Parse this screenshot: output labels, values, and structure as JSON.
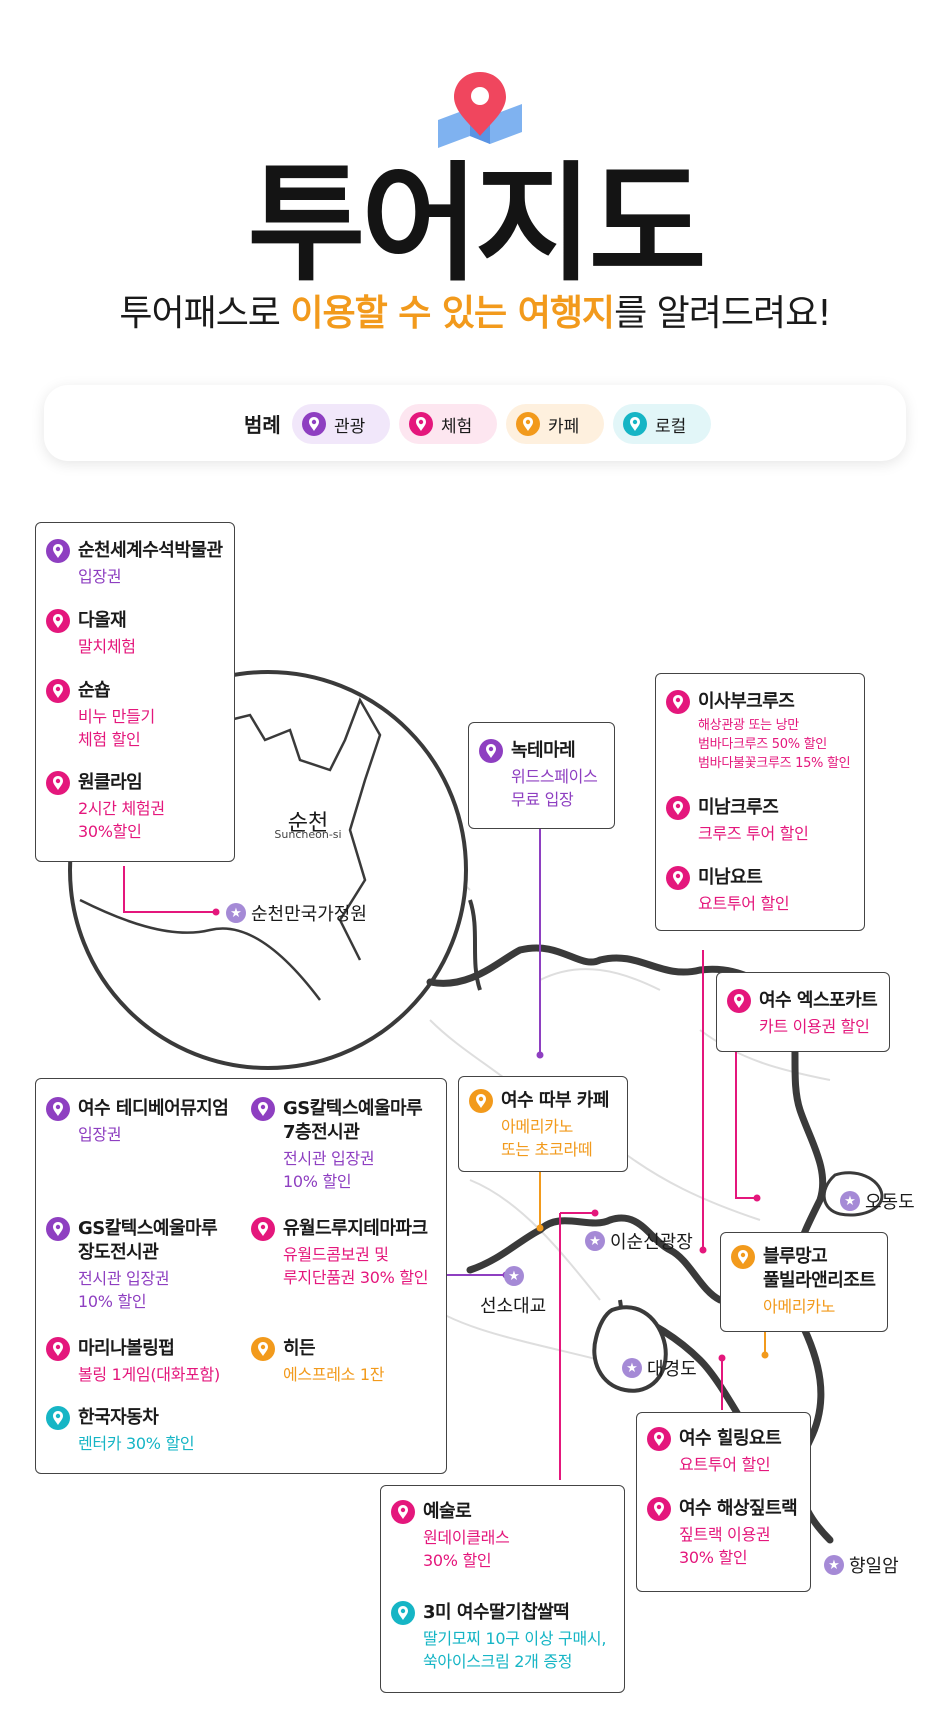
{
  "header": {
    "title": "투어지도",
    "subtitle_pre": "투어패스로 ",
    "subtitle_hl1": "이용할 수 있는 여행지",
    "subtitle_post": "를 알려드려요!"
  },
  "legend": {
    "label": "범례",
    "items": [
      {
        "label": "관광",
        "color": "#8e3fc1",
        "bg": "#f1e7fa"
      },
      {
        "label": "체험",
        "color": "#e4177c",
        "bg": "#fde6f0"
      },
      {
        "label": "카페",
        "color": "#f29a1c",
        "bg": "#fef0de"
      },
      {
        "label": "로컬",
        "color": "#16b5c5",
        "bg": "#e2f6f8"
      }
    ]
  },
  "colors": {
    "tour": "#8e3fc1",
    "experience": "#e4177c",
    "cafe": "#f29a1c",
    "local": "#16b5c5",
    "star": "#a58ad6",
    "coast": "#3a3a3a",
    "road": "#dcdcdc"
  },
  "map": {
    "city_name": "순천",
    "city_sub": "Suncheon-si",
    "places": [
      {
        "name": "순천만국가정원"
      },
      {
        "name": "이순신광장"
      },
      {
        "name": "선소대교"
      },
      {
        "name": "오동도"
      },
      {
        "name": "대경도"
      },
      {
        "name": "향일암"
      }
    ]
  },
  "boxes": {
    "suncheon": [
      {
        "name": "순천세계수석박물관",
        "desc": "입장권",
        "cat": "tour"
      },
      {
        "name": "다올재",
        "desc": "말치체험",
        "cat": "experience"
      },
      {
        "name": "순숍",
        "desc": "비누 만들기\n체험 할인",
        "cat": "experience"
      },
      {
        "name": "원클라임",
        "desc": "2시간 체험권\n30%할인",
        "cat": "experience"
      }
    ],
    "nokte": [
      {
        "name": "녹테마레",
        "desc": "위드스페이스\n무료 입장",
        "cat": "tour"
      }
    ],
    "cruise": [
      {
        "name": "이사부크루즈",
        "desc": "해상관광 또는 낭만\n범바다크루즈 50% 할인\n범바다불꽃크루즈 15% 할인",
        "cat": "experience"
      },
      {
        "name": "미남크루즈",
        "desc": "크루즈 투어 할인",
        "cat": "experience"
      },
      {
        "name": "미남요트",
        "desc": "요트투어 할인",
        "cat": "experience"
      }
    ],
    "kart": [
      {
        "name": "여수 엑스포카트",
        "desc": "카트 이용권 할인",
        "cat": "experience"
      }
    ],
    "yeosu_main": [
      {
        "name": "여수 테디베어뮤지엄",
        "desc": "입장권",
        "cat": "tour"
      },
      {
        "name": "GS칼텍스예울마루\n7층전시관",
        "desc": "전시관 입장권\n10% 할인",
        "cat": "tour"
      },
      {
        "name": "GS칼텍스예울마루\n장도전시관",
        "desc": "전시관 입장권\n10% 할인",
        "cat": "tour"
      },
      {
        "name": "유월드루지테마파크",
        "desc": "유월드콤보권 및\n루지단품권 30% 할인",
        "cat": "experience"
      },
      {
        "name": "마리나볼링펍",
        "desc": "볼링 1게임(대화포함)",
        "cat": "experience"
      },
      {
        "name": "히든",
        "desc": "에스프레소 1잔",
        "cat": "cafe"
      },
      {
        "name": "한국자동차",
        "desc": "렌터카 30% 할인",
        "cat": "local"
      }
    ],
    "ttabu": [
      {
        "name": "여수 따부 카페",
        "desc": "아메리카노\n또는 초코라떼",
        "cat": "cafe"
      }
    ],
    "bluemango": [
      {
        "name": "블루망고\n풀빌라앤리조트",
        "desc": "아메리카노",
        "cat": "cafe"
      }
    ],
    "yacht": [
      {
        "name": "여수 힐링요트",
        "desc": "요트투어 할인",
        "cat": "experience"
      },
      {
        "name": "여수 해상짚트랙",
        "desc": "짚트랙 이용권\n30% 할인",
        "cat": "experience"
      }
    ],
    "art": [
      {
        "name": "예술로",
        "desc": "원데이클래스\n30% 할인",
        "cat": "experience"
      },
      {
        "name": "3미 여수딸기찹쌀떡",
        "desc": "딸기모찌 10구 이상 구매시,\n쑥아이스크림 2개 증정",
        "cat": "local"
      }
    ]
  }
}
